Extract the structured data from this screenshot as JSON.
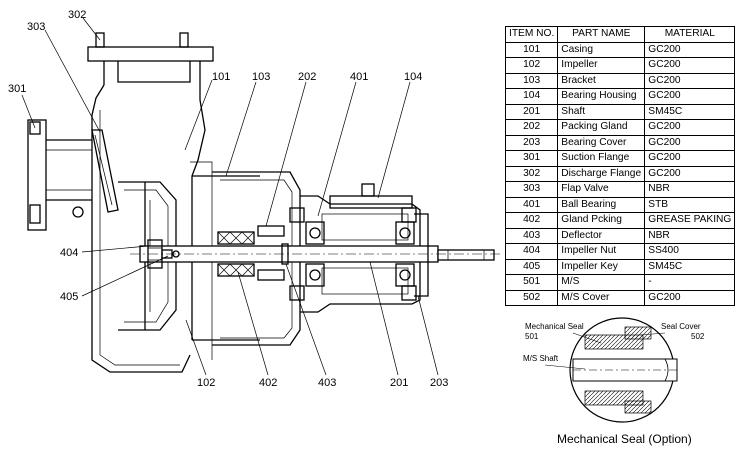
{
  "table": {
    "headers": [
      "ITEM NO.",
      "PART NAME",
      "MATERIAL"
    ],
    "rows": [
      [
        "101",
        "Casing",
        "GC200"
      ],
      [
        "102",
        "Impeller",
        "GC200"
      ],
      [
        "103",
        "Bracket",
        "GC200"
      ],
      [
        "104",
        "Bearing Housing",
        "GC200"
      ],
      [
        "201",
        "Shaft",
        "SM45C"
      ],
      [
        "202",
        "Packing Gland",
        "GC200"
      ],
      [
        "203",
        "Bearing Cover",
        "GC200"
      ],
      [
        "301",
        "Suction Flange",
        "GC200"
      ],
      [
        "302",
        "Discharge Flange",
        "GC200"
      ],
      [
        "303",
        "Flap Valve",
        "NBR"
      ],
      [
        "401",
        "Ball Bearing",
        "STB"
      ],
      [
        "402",
        "Gland Pcking",
        "GREASE PAKING"
      ],
      [
        "403",
        "Deflector",
        "NBR"
      ],
      [
        "404",
        "Impeller Nut",
        "SS400"
      ],
      [
        "405",
        "Impeller Key",
        "SM45C"
      ],
      [
        "501",
        "M/S",
        "-"
      ],
      [
        "502",
        "M/S Cover",
        "GC200"
      ]
    ]
  },
  "callouts": {
    "c302": "302",
    "c303": "303",
    "c301": "301",
    "c101": "101",
    "c103": "103",
    "c202": "202",
    "c401": "401",
    "c104": "104",
    "c404": "404",
    "c405": "405",
    "c102": "102",
    "c402": "402",
    "c403": "403",
    "c201": "201",
    "c203": "203"
  },
  "seal": {
    "mech_label": "Mechanical Seal",
    "mech_num": "501",
    "cover_label": "Seal Cover",
    "cover_num": "502",
    "shaft_label": "M/S Shaft",
    "title": "Mechanical Seal (Option)"
  }
}
